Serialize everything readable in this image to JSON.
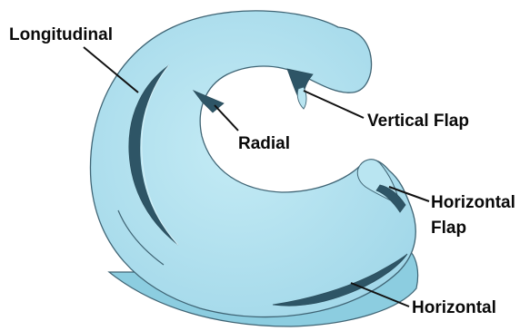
{
  "labels": {
    "longitudinal": "Longitudinal",
    "radial": "Radial",
    "vertical_flap": "Vertical Flap",
    "horizontal_flap_line1": "Horizontal",
    "horizontal_flap_line2": "Flap",
    "horizontal": "Horizontal"
  },
  "colors": {
    "meniscus_fill": "#a7dded",
    "meniscus_highlight": "#c4ebf5",
    "outline": "#3f6474",
    "tear_dark": "#2e5566",
    "leader_line": "#111111",
    "label_text": "#0a0a0a"
  }
}
